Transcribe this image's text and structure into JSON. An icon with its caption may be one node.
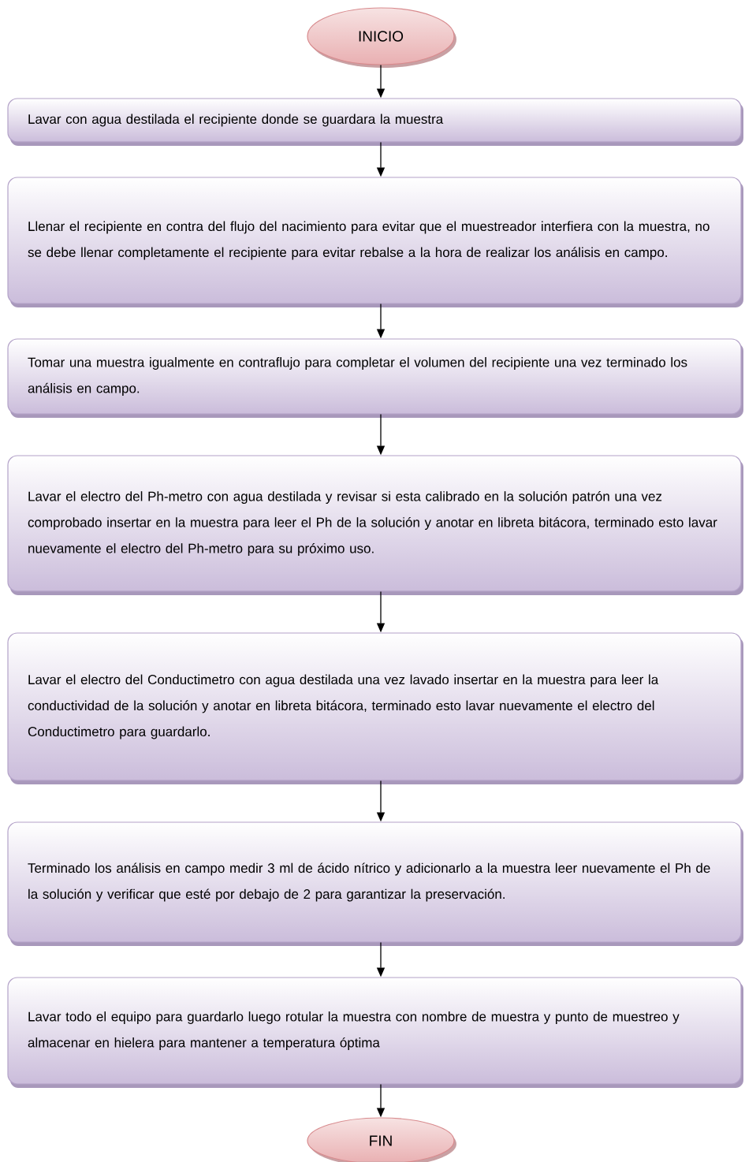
{
  "diagram": {
    "nodes": [
      {
        "text": [
          "INICIO"
        ]
      },
      {
        "text": [
          "Lavar con agua destilada el recipiente donde se guardara la muestra"
        ]
      },
      {
        "text": [
          "Llenar el recipiente en contra del flujo del nacimiento para evitar que el muestreador interfiera con la muestra, no se debe llenar completamente el recipiente para evitar rebalse a la hora de realizar los análisis en campo."
        ]
      },
      {
        "text": [
          "Tomar una muestra  igualmente en contraflujo para completar el volumen del recipiente una vez terminado los análisis en campo."
        ]
      },
      {
        "text": [
          "Lavar el electro del Ph-metro con agua destilada y revisar si esta calibrado en la solución patrón una vez comprobado insertar en la muestra para leer el Ph de la solución y anotar en libreta bitácora, terminado esto lavar nuevamente el electro del Ph-metro para su próximo uso."
        ]
      },
      {
        "text": [
          "Lavar el electro del Conductimetro con agua destilada una vez lavado insertar en la muestra para leer la conductividad de la solución y anotar en libreta bitácora, terminado esto lavar nuevamente el electro del Conductimetro para guardarlo."
        ]
      },
      {
        "text": [
          "Terminado los análisis en campo medir 3 ml de ácido nítrico y adicionarlo a la muestra leer nuevamente el Ph de la solución y verificar que esté por debajo de 2 para garantizar la preservación."
        ]
      },
      {
        "text": [
          "Lavar todo el equipo para guardarlo luego rotular la muestra con nombre de muestra y punto de muestreo y almacenar en hielera para mantener a temperatura óptima"
        ]
      },
      {
        "text": [
          "FIN"
        ]
      }
    ],
    "edges": [
      {
        "from": 0,
        "to": 1,
        "arrow": "to"
      },
      {
        "from": 1,
        "to": 2,
        "arrow": "to"
      },
      {
        "from": 2,
        "to": 3,
        "arrow": "to"
      },
      {
        "from": 3,
        "to": 4,
        "arrow": "to"
      },
      {
        "from": 4,
        "to": 5,
        "arrow": "to"
      },
      {
        "from": 5,
        "to": 6,
        "arrow": "to"
      },
      {
        "from": 6,
        "to": 7,
        "arrow": "to"
      },
      {
        "from": 7,
        "to": 8,
        "arrow": "to"
      }
    ]
  }
}
